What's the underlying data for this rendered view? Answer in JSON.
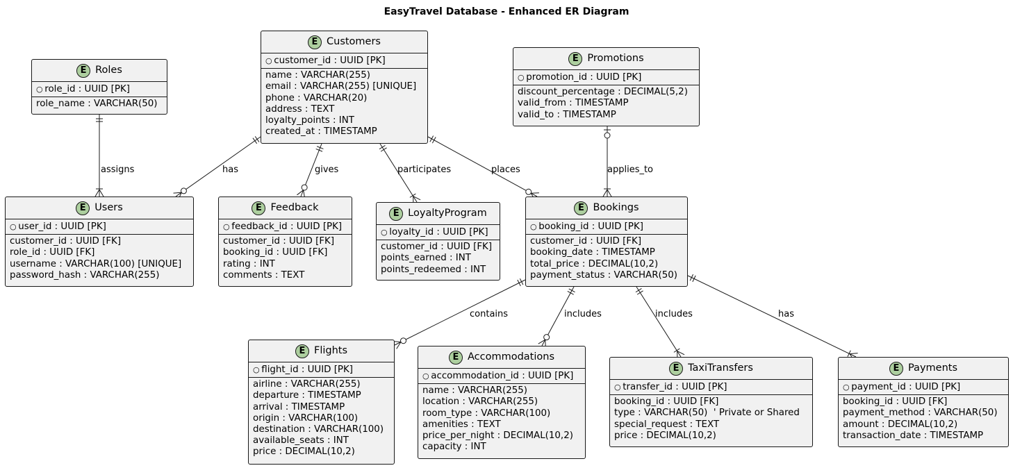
{
  "title": "EasyTravel Database - Enhanced ER Diagram",
  "entities": {
    "roles": {
      "name": "Roles",
      "pk": "role_id : UUID [PK]",
      "attrs": [
        "role_name : VARCHAR(50)"
      ]
    },
    "customers": {
      "name": "Customers",
      "pk": "customer_id : UUID [PK]",
      "attrs": [
        "name : VARCHAR(255)",
        "email : VARCHAR(255) [UNIQUE]",
        "phone : VARCHAR(20)",
        "address : TEXT",
        "loyalty_points : INT",
        "created_at : TIMESTAMP"
      ]
    },
    "promotions": {
      "name": "Promotions",
      "pk": "promotion_id : UUID [PK]",
      "attrs": [
        "discount_percentage : DECIMAL(5,2)",
        "valid_from : TIMESTAMP",
        "valid_to : TIMESTAMP"
      ]
    },
    "users": {
      "name": "Users",
      "pk": "user_id : UUID [PK]",
      "attrs": [
        "customer_id : UUID [FK]",
        "role_id : UUID [FK]",
        "username : VARCHAR(100) [UNIQUE]",
        "password_hash : VARCHAR(255)"
      ]
    },
    "feedback": {
      "name": "Feedback",
      "pk": "feedback_id : UUID [PK]",
      "attrs": [
        "customer_id : UUID [FK]",
        "booking_id : UUID [FK]",
        "rating : INT",
        "comments : TEXT"
      ]
    },
    "loyalty": {
      "name": "LoyaltyProgram",
      "pk": "loyalty_id : UUID [PK]",
      "attrs": [
        "customer_id : UUID [FK]",
        "points_earned : INT",
        "points_redeemed : INT"
      ]
    },
    "bookings": {
      "name": "Bookings",
      "pk": "booking_id : UUID [PK]",
      "attrs": [
        "customer_id : UUID [FK]",
        "booking_date : TIMESTAMP",
        "total_price : DECIMAL(10,2)",
        "payment_status : VARCHAR(50)"
      ]
    },
    "flights": {
      "name": "Flights",
      "pk": "flight_id : UUID [PK]",
      "attrs": [
        "airline : VARCHAR(255)",
        "departure : TIMESTAMP",
        "arrival : TIMESTAMP",
        "origin : VARCHAR(100)",
        "destination : VARCHAR(100)",
        "available_seats : INT",
        "price : DECIMAL(10,2)"
      ]
    },
    "accommodations": {
      "name": "Accommodations",
      "pk": "accommodation_id : UUID [PK]",
      "attrs": [
        "name : VARCHAR(255)",
        "location : VARCHAR(255)",
        "room_type : VARCHAR(100)",
        "amenities : TEXT",
        "price_per_night : DECIMAL(10,2)",
        "capacity : INT"
      ]
    },
    "taxi": {
      "name": "TaxiTransfers",
      "pk": "transfer_id : UUID [PK]",
      "attrs": [
        "booking_id : UUID [FK]",
        "type : VARCHAR(50)  ' Private or Shared",
        "special_request : TEXT",
        "price : DECIMAL(10,2)"
      ]
    },
    "payments": {
      "name": "Payments",
      "pk": "payment_id : UUID [PK]",
      "attrs": [
        "booking_id : UUID [FK]",
        "payment_method : VARCHAR(50)",
        "amount : DECIMAL(10,2)",
        "transaction_date : TIMESTAMP"
      ]
    }
  },
  "relationships": [
    {
      "from": "roles",
      "to": "users",
      "label": "assigns",
      "from_card": "exactly-one",
      "to_card": "one-or-many"
    },
    {
      "from": "customers",
      "to": "users",
      "label": "has",
      "from_card": "exactly-one",
      "to_card": "zero-or-many"
    },
    {
      "from": "customers",
      "to": "feedback",
      "label": "gives",
      "from_card": "exactly-one",
      "to_card": "zero-or-many"
    },
    {
      "from": "customers",
      "to": "loyalty",
      "label": "participates",
      "from_card": "exactly-one",
      "to_card": "one-or-many"
    },
    {
      "from": "customers",
      "to": "bookings",
      "label": "places",
      "from_card": "exactly-one",
      "to_card": "zero-or-many"
    },
    {
      "from": "promotions",
      "to": "bookings",
      "label": "applies_to",
      "from_card": "zero-or-one",
      "to_card": "one-or-many"
    },
    {
      "from": "bookings",
      "to": "flights",
      "label": "contains",
      "from_card": "exactly-one",
      "to_card": "zero-or-many"
    },
    {
      "from": "bookings",
      "to": "accommodations",
      "label": "includes",
      "from_card": "exactly-one",
      "to_card": "zero-or-many"
    },
    {
      "from": "bookings",
      "to": "taxi",
      "label": "includes",
      "from_card": "exactly-one",
      "to_card": "one-or-many"
    },
    {
      "from": "bookings",
      "to": "payments",
      "label": "has",
      "from_card": "exactly-one",
      "to_card": "one-or-many"
    }
  ]
}
